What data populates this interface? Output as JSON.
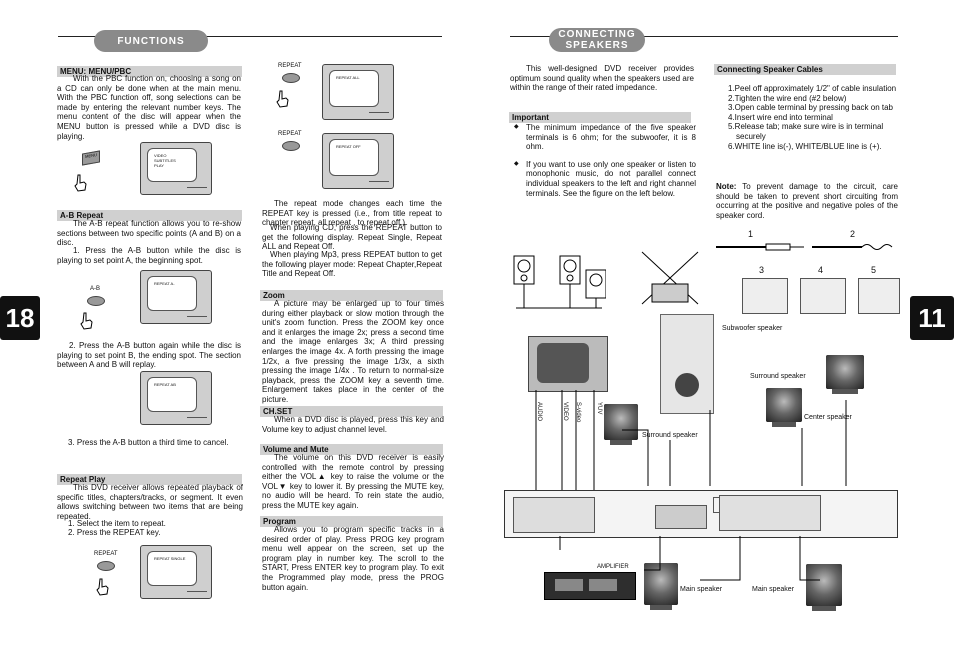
{
  "left_page": {
    "header_pill": "FUNCTIONS",
    "page_number": "18",
    "menu_pbc": {
      "heading": "MENU: MENU/PBC",
      "body": "With the PBC function on, choosing a song on a CD can only be done when at the main menu. With the PBC function off, song selections can be made by entering the relevant number keys. The menu content of the disc will appear when the MENU button is pressed while a DVD disc is playing.",
      "remote_key": "MENU",
      "screen_text": "VIDEO\nSUBTITLES\nPLAY"
    },
    "ab_repeat": {
      "heading": "A-B Repeat",
      "body1": "The A-B repeat function allows you to re-show sections between two specific points (A and B) on a disc.",
      "step1": "1. Press the A-B button while the disc is playing to set point A, the beginning spot.",
      "remote_key": "A-B",
      "screen1": "REPEAT A-",
      "step2": "2. Press the A-B button again while the disc is playing to set point B, the ending spot. The section between A and B will replay.",
      "screen2": "REPEAT AB",
      "step3": "3. Press the A-B button a third time to cancel."
    },
    "repeat_play": {
      "heading": "Repeat Play",
      "body": "This DVD receiver allows repeated playback of specific titles, chapters/tracks, or segment. It even allows switching between two items that are being repeated.",
      "step1": "1. Select the item to repeat.",
      "step2": "2. Press the REPEAT key.",
      "remote_key": "REPEAT",
      "screen": "REPEAT SINGLE"
    },
    "col2": {
      "repeat_key1": "REPEAT",
      "screen_all": "REPEAT ALL",
      "repeat_key2": "REPEAT",
      "screen_off": "REPEAT OFF",
      "repeat_mode": "The repeat mode changes each time the REPEAT key is pressed (i.e., from title repeat to chapter repeat, all repeat , to repeat off.)",
      "cd_mode": "When playing CD, press the REPEAT button to get the following display. Repeat Single, Repeat ALL and Repeat Off.",
      "mp3_mode": "When playing Mp3, press REPEAT button to get the following player mode: Repeat Chapter,Repeat Title and Repeat Off.",
      "zoom_heading": "Zoom",
      "zoom_body": "A picture may be enlarged up to four times during either playback or slow motion through the unit's zoom function. Press the ZOOM key once and it enlarges the image 2x; press a second time and the image enlarges 3x; A third pressing enlarges the image 4x. A forth pressing the image 1/2x, a five pressing the image 1/3x, a sixth pressing the image 1/4x . To return to normal-size playback, press the ZOOM key a seventh time. Enlargement takes place in the center of the picture.",
      "chset_heading": "CH.SET",
      "chset_body": "When a DVD disc is played, press this key and Volume key to adjust channel level.",
      "volume_heading": "Volume and Mute",
      "volume_body": "The volume on this DVD receiver is easily controlled with the remote control by pressing either the VOL▲ key to raise the volume or the VOL▼ key to lower it. By pressing the MUTE key, no audio will be heard. To rein state the audio, press the MUTE key again.",
      "program_heading": "Program",
      "program_body": "Allows you to program specific tracks in a desired order of play. Press PROG key program menu well appear on the screen, set up the program play in number key. The scroll to the START, Press ENTER key to program play. To exit the Programmed play mode, press the PROG button again."
    }
  },
  "right_page": {
    "header_pill": "CONNECTING\nSPEAKERS",
    "page_number": "11",
    "intro": "This well-designed DVD receiver provides optimum sound quality when the speakers used are within the range of their rated impedance.",
    "important_heading": "Important",
    "important_items": [
      "The minimum impedance of the five speaker terminals is 6 ohm; for the subwoofer, it is 8 ohm.",
      "If you want to use only one speaker or listen to monophonic music, do not parallel connect individual speakers to the left and right channel terminals. See the figure on the left below."
    ],
    "cables_heading": "Connecting Speaker Cables",
    "cable_steps": [
      "1.Peel off approximately 1/2\" of cable insulation",
      "2.Tighten the wire end (#2 below)",
      "3.Open cable terminal by pressing back on tab",
      "4.Insert wire end into terminal",
      "5.Release tab; make sure wire is in terminal securely",
      "6.WHITE line is(-), WHITE/BLUE line is (+)."
    ],
    "note_label": "Note:",
    "note_body": "To prevent damage to the circuit, care should be taken to prevent short circuiting from occurring at the positive and negative poles of the speaker cord.",
    "figure_numbers": [
      "1",
      "2",
      "3",
      "4",
      "5"
    ],
    "diagram_labels": {
      "subwoofer": "Subwoofer speaker",
      "surround_right": "Surround speaker",
      "surround_left": "Surround speaker",
      "center": "Center speaker",
      "main_left": "Main speaker",
      "main_right": "Main speaker",
      "amplifier": "AMPLIFIER",
      "audio": "AUDIO",
      "video": "VIDEO",
      "svideo": "S-video",
      "yuv": "YUV"
    }
  }
}
